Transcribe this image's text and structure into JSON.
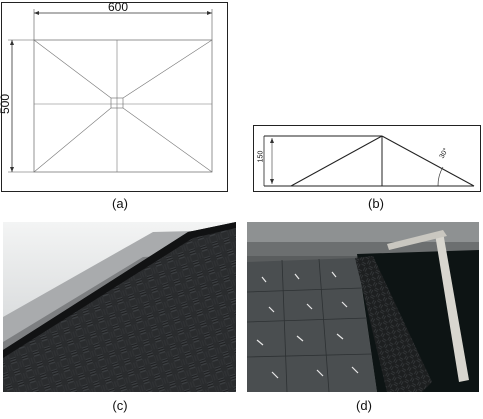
{
  "figure": {
    "panels": [
      {
        "id": "a",
        "caption": "(a)"
      },
      {
        "id": "b",
        "caption": "(b)"
      },
      {
        "id": "c",
        "caption": "(c)"
      },
      {
        "id": "d",
        "caption": "(d)"
      }
    ],
    "plan_drawing": {
      "width_label": "600",
      "height_label": "500"
    },
    "section_drawing": {
      "height_label": "150",
      "angle_label": "30°"
    },
    "colors": {
      "line": "#555555",
      "frame": "#222222",
      "tile_dark": "#1f2122",
      "water": "#0d1414"
    }
  }
}
